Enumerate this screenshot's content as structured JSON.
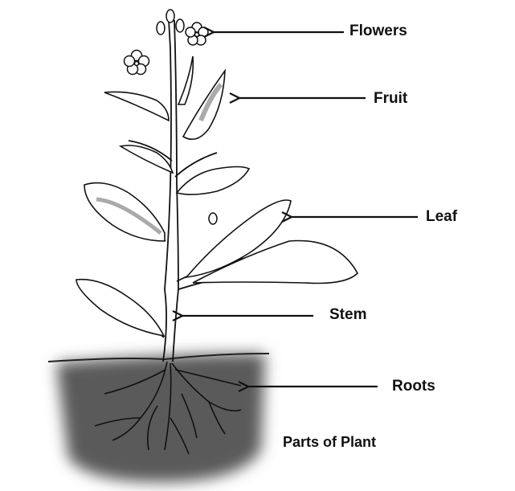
{
  "diagram": {
    "title": "Parts of Plant",
    "labels": {
      "flowers": "Flowers",
      "fruit": "Fruit",
      "leaf": "Leaf",
      "stem": "Stem",
      "roots": "Roots"
    },
    "colors": {
      "soil": "#555555",
      "outline": "#111111",
      "shading": "#a8a8a8"
    }
  }
}
